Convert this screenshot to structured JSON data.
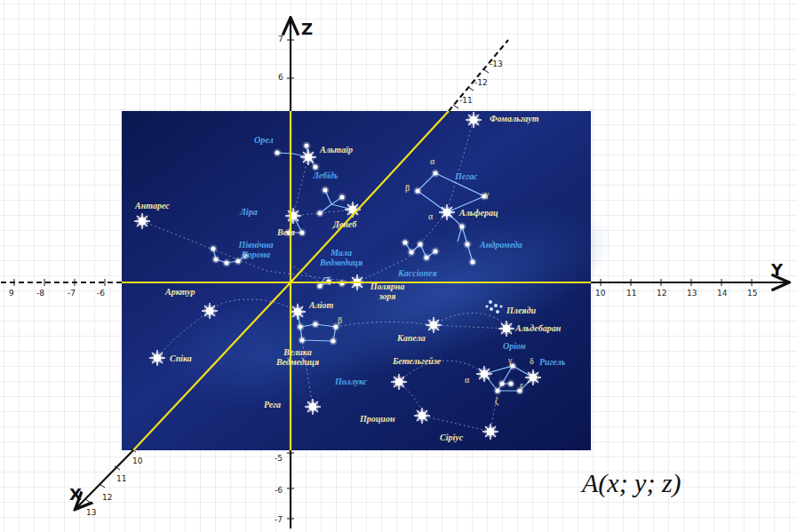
{
  "diagram": {
    "labels": [
      "Z",
      "Y",
      "X",
      "7",
      "6",
      "-5",
      "-6",
      "-7",
      "9",
      "-8",
      "-7",
      "-6",
      "10",
      "11",
      "12",
      "13",
      "14",
      "15",
      "10",
      "11",
      "12",
      "13",
      "-11",
      "-12",
      "-13",
      "Орел",
      "Альтаїр",
      "Лебідь",
      "Ліра",
      "Вега",
      "Денеб",
      "Антарес",
      "Північна Корона",
      "Мала Ведмедиця",
      "Полярна зоря",
      "Арктур",
      "Аліот",
      "Велика Ведмедиця",
      "Спіка",
      "Рега",
      "Капела",
      "Плеяди",
      "Альдебаран",
      "Оріон",
      "Ригель",
      "Бетельгейзе",
      "Поллукс",
      "Процион",
      "Сіріус",
      "Кассіопея",
      "Андромеда",
      "Пегас",
      "Альферац",
      "Фомальгаут",
      "α",
      "β",
      "γ",
      "α",
      "β",
      "γ",
      "δ",
      "α",
      "ε",
      "ζ",
      "A(x; y; z)"
    ]
  }
}
